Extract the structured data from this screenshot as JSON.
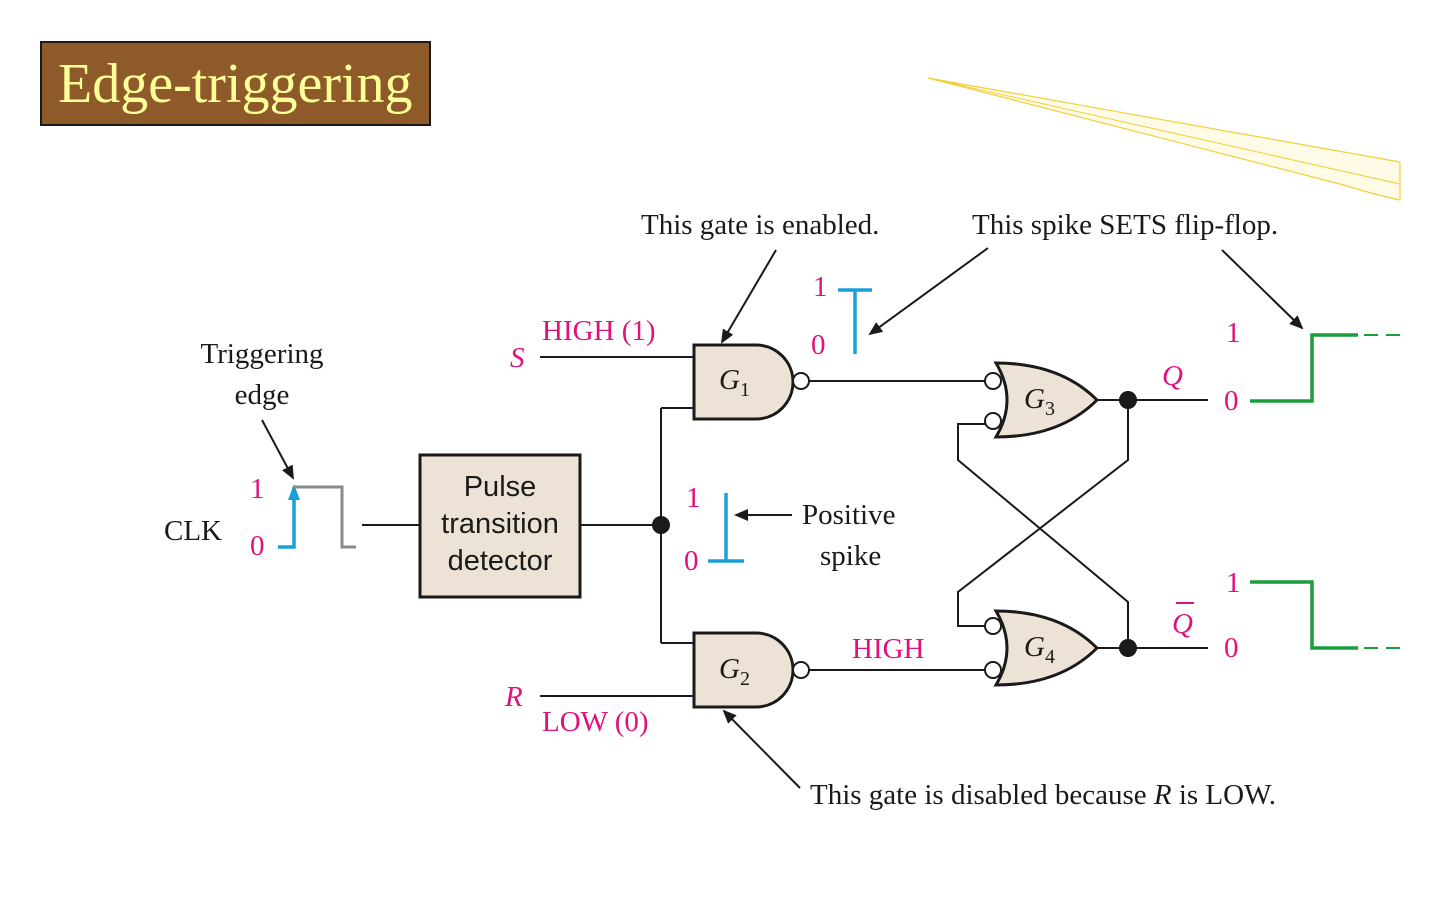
{
  "slide": {
    "title": "Edge-triggering"
  },
  "colors": {
    "title_bg": "#8f5a2a",
    "title_text": "#ffff99",
    "level_label": "#e0117a",
    "spike": "#1aa0d8",
    "output": "#1a9e3c",
    "line": "#1a1a1a",
    "block_fill": "#ece3d6"
  },
  "diagram": {
    "annotations": {
      "triggering_edge_line1": "Triggering",
      "triggering_edge_line2": "edge",
      "gate_enabled": "This gate is enabled.",
      "spike_sets": "This spike SETS flip-flop.",
      "positive_spike_line1": "Positive",
      "positive_spike_line2": "spike",
      "gate_disabled_prefix": "This gate is disabled because ",
      "gate_disabled_var": "R",
      "gate_disabled_suffix": " is LOW."
    },
    "inputs": {
      "clk": "CLK",
      "s": "S",
      "r": "R",
      "s_level": "HIGH (1)",
      "r_level": "LOW (0)"
    },
    "block": {
      "line1": "Pulse",
      "line2": "transition",
      "line3": "detector"
    },
    "gates": {
      "g1": {
        "letter": "G",
        "sub": "1"
      },
      "g2": {
        "letter": "G",
        "sub": "2"
      },
      "g3": {
        "letter": "G",
        "sub": "3"
      },
      "g4": {
        "letter": "G",
        "sub": "4"
      }
    },
    "signals": {
      "g2_out": "HIGH",
      "q": "Q",
      "q_bar": "Q"
    },
    "levels": {
      "one": "1",
      "zero": "0"
    }
  }
}
